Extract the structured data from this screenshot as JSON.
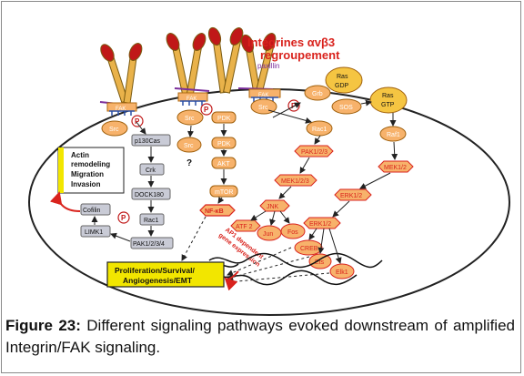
{
  "diagram": {
    "title_line1": "Intégrines αvβ3",
    "title_line2": "regroupement",
    "labels": {
      "paxillin": "paxillin",
      "fak1": "FAK",
      "fak2": "FAK",
      "fak3": "FAK",
      "p1": "P",
      "p2": "P",
      "p3": "P",
      "p4": "P",
      "src1": "Src",
      "src2": "Src",
      "src3": "Src",
      "src4": "Src",
      "pdk1": "PDK",
      "pdk2": "PDK",
      "akt": "AKT",
      "mtor": "mTOR",
      "nfkb": "NF-κB",
      "question": "?",
      "p130cas": "p130Cas",
      "crk": "Crk",
      "dock180": "DOCK180",
      "rac1a": "Rac1",
      "pak1234": "PAK1/2/3/4",
      "limk1": "LIMK1",
      "cofilin": "Cofilin",
      "grb": "Grb",
      "sos": "SOS",
      "ras_gdp_1": "Ras",
      "ras_gdp_2": "GDP",
      "ras_gtp_1": "Ras",
      "ras_gtp_2": "GTP",
      "raf1": "Raf1",
      "mek12": "MEK1/2",
      "erk12a": "ERK1/2",
      "erk12b": "ERK1/2",
      "rac1b": "Rac1",
      "pak123": "PAK1/2/3",
      "mek123": "MEK1/2/3",
      "jnk": "JNK",
      "atf2": "ATF 2",
      "jun": "Jun",
      "fos": "Fos",
      "creb": "CREB",
      "ets": "Ets",
      "elk1": "Elk1",
      "ap1_line1": "AP1 dependent",
      "ap1_line2": "gene expression",
      "actin_1": "Actin",
      "actin_2": "remodeling",
      "actin_3": "Migration",
      "actin_4": "Invasion",
      "prolif_1": "Proliferation/Survival/",
      "prolif_2": "Angiogenesis/EMT"
    }
  },
  "caption": {
    "figure_label": "Figure 23:",
    "text": " Different signaling pathways evoked downstream of amplified Integrin/FAK signaling."
  }
}
